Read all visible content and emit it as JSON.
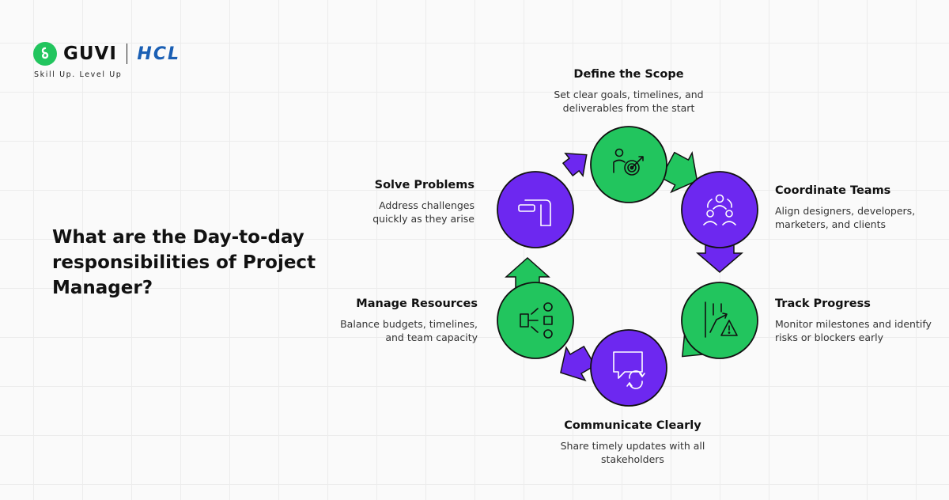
{
  "brand": {
    "name": "GUVI",
    "partner": "HCL",
    "tagline": "Skill Up. Level Up"
  },
  "title": "What are the Day-to-day responsibilities of Project Manager?",
  "colors": {
    "green": "#22c55e",
    "purple": "#6d28f0",
    "outline": "#111111",
    "hcl_blue": "#1a5fb4"
  },
  "steps": [
    {
      "title": "Define the Scope",
      "desc": "Set clear goals, timelines, and deliverables from the start",
      "icon": "target-person-icon",
      "color": "green"
    },
    {
      "title": "Coordinate Teams",
      "desc": "Align designers, developers, marketers, and clients",
      "icon": "team-group-icon",
      "color": "purple"
    },
    {
      "title": "Track Progress",
      "desc": "Monitor milestones and identify risks or blockers early",
      "icon": "chart-warning-icon",
      "color": "green"
    },
    {
      "title": "Communicate Clearly",
      "desc": "Share timely updates with all stakeholders",
      "icon": "chat-refresh-icon",
      "color": "purple"
    },
    {
      "title": "Manage Resources",
      "desc": "Balance budgets, timelines, and team capacity",
      "icon": "resource-distribution-icon",
      "color": "green"
    },
    {
      "title": "Solve Problems",
      "desc": "Address challenges quickly as they arise",
      "icon": "route-path-icon",
      "color": "purple"
    }
  ]
}
